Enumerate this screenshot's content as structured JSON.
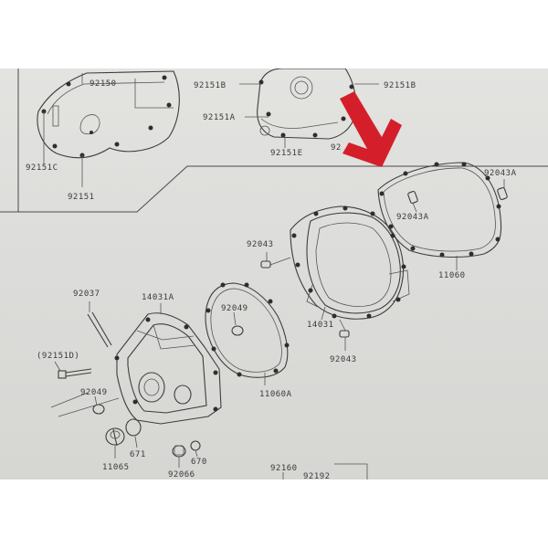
{
  "diagram": {
    "arrow_color": "#d41f2a",
    "labels": {
      "l92150": "92150",
      "l92151B_a": "92151B",
      "l92151B_b": "92151B",
      "l92151A": "92151A",
      "l92151C": "92151C",
      "l92151": "92151",
      "l92151E": "92151E",
      "l92_partial": "92",
      "l92043A_a": "92043A",
      "l92043A_b": "92043A",
      "l92043_a": "92043",
      "l92043_b": "92043",
      "l11060": "11060",
      "l14031": "14031",
      "l14031A": "14031A",
      "l92037": "92037",
      "l92049_a": "92049",
      "l92049_b": "92049",
      "l92151D": "(92151D)",
      "l11060A": "11060A",
      "l671": "671",
      "l670": "670",
      "l11065": "11065",
      "l92066": "92066",
      "l92160": "92160",
      "l92192_partial": "92192"
    }
  }
}
